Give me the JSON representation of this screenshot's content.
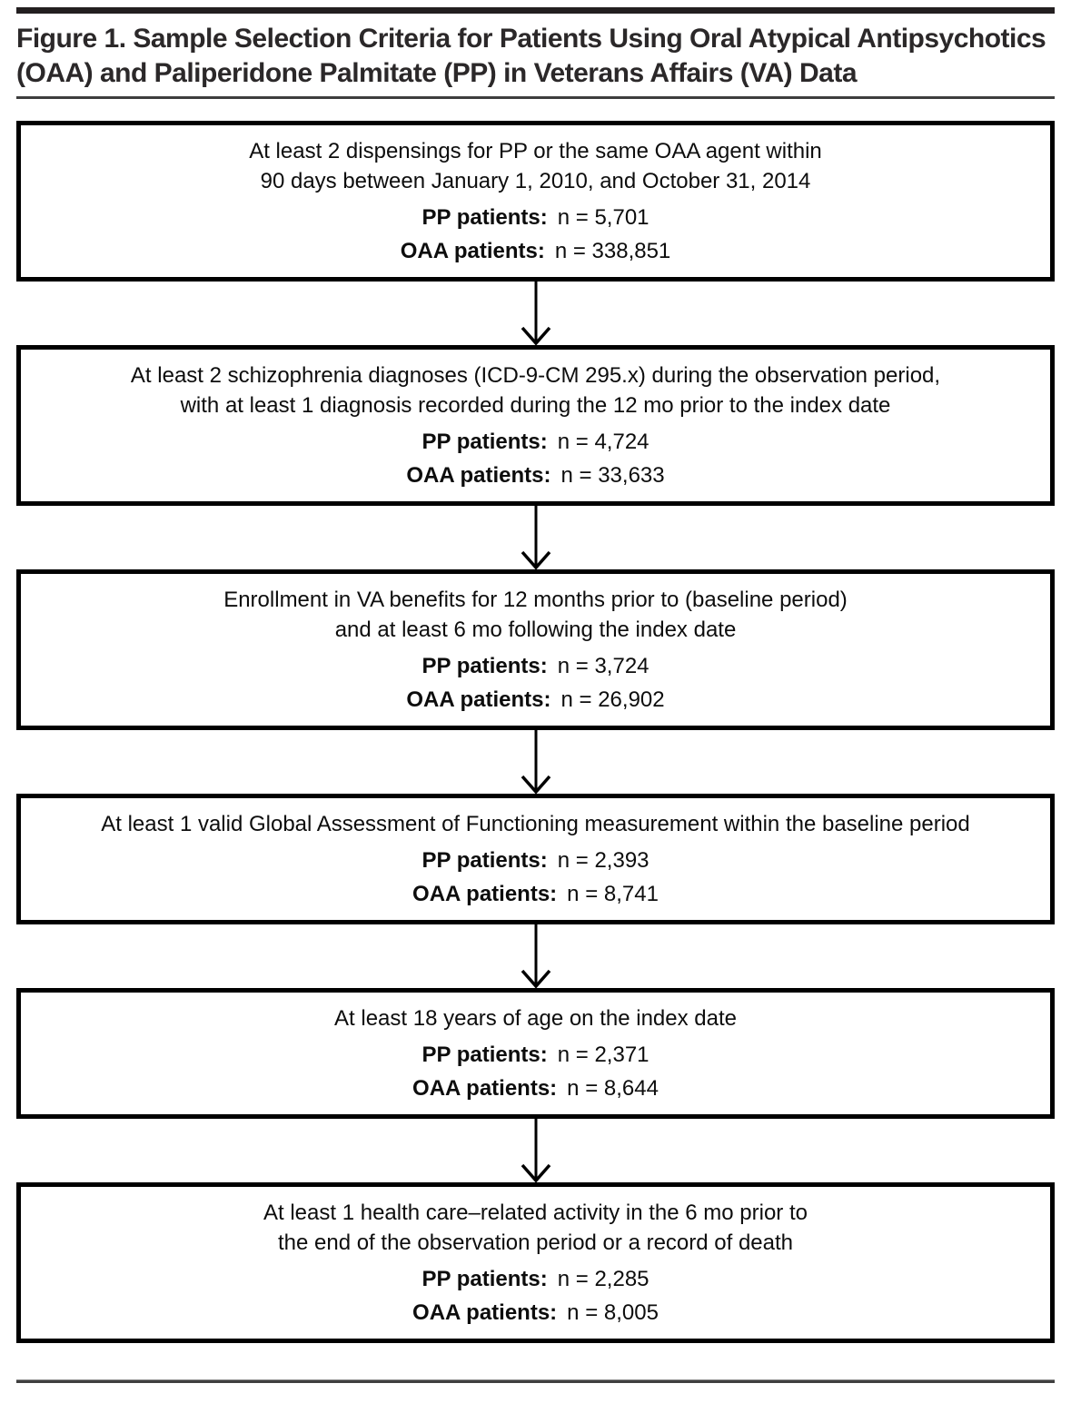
{
  "figure": {
    "title": "Figure 1. Sample Selection Criteria for Patients Using Oral Atypical Antipsychotics (OAA) and Paliperidone Palmitate (PP) in Veterans Affairs (VA) Data"
  },
  "labels": {
    "pp": "PP patients:",
    "oaa": "OAA patients:"
  },
  "colors": {
    "title_text": "#2b2829",
    "box_border": "#000000",
    "rule": "#3d3d3d"
  },
  "flow": {
    "type": "flowchart",
    "steps": [
      {
        "line1": "At least 2 dispensings for PP or the same OAA agent within",
        "line2": "90 days between January 1, 2010, and October 31, 2014",
        "pp_n": "n = 5,701",
        "oaa_n": "n = 338,851"
      },
      {
        "line1": "At least 2 schizophrenia diagnoses (ICD-9-CM 295.x) during the observation period,",
        "line2": "with at least 1 diagnosis recorded during the 12 mo prior to the index date",
        "pp_n": "n = 4,724",
        "oaa_n": "n = 33,633"
      },
      {
        "line1": "Enrollment in VA benefits for 12 months prior to (baseline period)",
        "line2": "and at least 6 mo following the index date",
        "pp_n": "n = 3,724",
        "oaa_n": "n = 26,902"
      },
      {
        "line1": "At least 1 valid Global Assessment of Functioning measurement within the baseline period",
        "pp_n": "n = 2,393",
        "oaa_n": "n = 8,741"
      },
      {
        "line1": "At least 18 years of age on the index date",
        "pp_n": "n = 2,371",
        "oaa_n": "n = 8,644"
      },
      {
        "line1": "At least 1 health care–related activity in the 6 mo prior to",
        "line2": "the end of the observation period or a record of death",
        "pp_n": "n = 2,285",
        "oaa_n": "n = 8,005"
      }
    ]
  }
}
